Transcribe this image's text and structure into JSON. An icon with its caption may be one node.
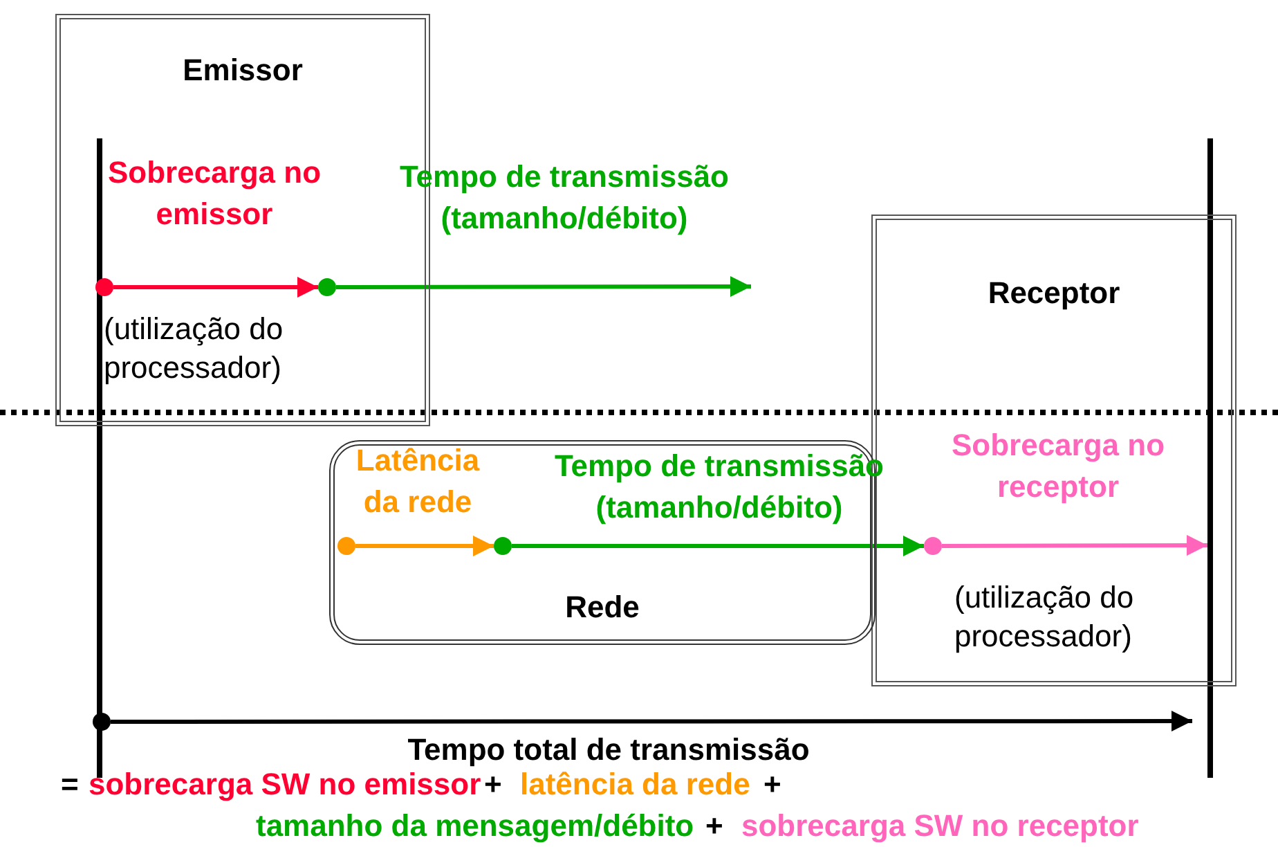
{
  "diagram": {
    "nodes": [
      {
        "text": [
          "Emissor"
        ]
      },
      {
        "text": [
          "Receptor"
        ]
      },
      {
        "text": [
          "Rede"
        ]
      },
      {
        "text": [],
        "shape": "circle",
        "in": 0
      },
      {
        "text": [],
        "shape": "circle",
        "in": 0
      },
      {
        "text": [],
        "shape": "circle",
        "in": 2
      },
      {
        "text": [],
        "shape": "circle",
        "in": 2
      },
      {
        "text": [],
        "shape": "circle",
        "in": 1
      },
      {
        "text": [],
        "shape": "circle"
      }
    ],
    "edges": [
      {
        "from": 3,
        "to": 4,
        "arrow": "to",
        "label": "Sobrecarga no emissor",
        "color": "#ff0033"
      },
      {
        "from": 4,
        "to": null,
        "arrow": "to",
        "label": "Tempo de transmissão (tamanho/débito)"
      },
      {
        "from": 5,
        "to": 6,
        "arrow": "to",
        "label": "Latência da rede",
        "color": "#ff9900"
      },
      {
        "from": 6,
        "to": 7,
        "arrow": "to",
        "label": "Tempo de transmissão (tamanho/débito)"
      },
      {
        "from": 7,
        "to": null,
        "arrow": "to",
        "label": "Sobrecarga no receptor",
        "color": "#ff66bb"
      },
      {
        "from": 8,
        "to": 1,
        "arrow": "to",
        "label": "Tempo total de transmissão",
        "color": "#000000"
      }
    ],
    "labels": [
      "(utilização do processador)",
      "(utilização do processador)",
      "=",
      "sobrecarga SW no emissor",
      "+",
      "latência da rede",
      "+",
      "tamanho da mensagem/débito",
      "+",
      "sobrecarga SW no receptor"
    ]
  }
}
